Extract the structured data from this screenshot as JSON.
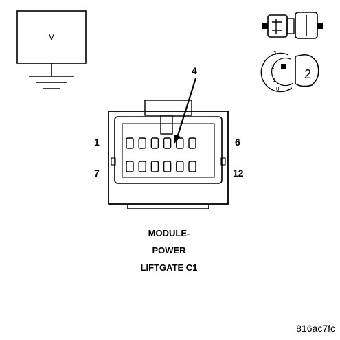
{
  "voltmeter": {
    "label": "V"
  },
  "connector": {
    "pin_top_left": "1",
    "pin_top_right": "6",
    "pin_bottom_left": "7",
    "pin_bottom_right": "12",
    "callout_pin": "4",
    "top_row_count": 6,
    "bottom_row_count": 6
  },
  "caption": {
    "line1": "MODULE-",
    "line2": "POWER",
    "line3": "LIFTGATE C1"
  },
  "ignition": {
    "position_3": "3",
    "position_2": "2",
    "position_1": "1",
    "position_0": "0",
    "key_number": "2"
  },
  "figure_id": "816ac7fc"
}
